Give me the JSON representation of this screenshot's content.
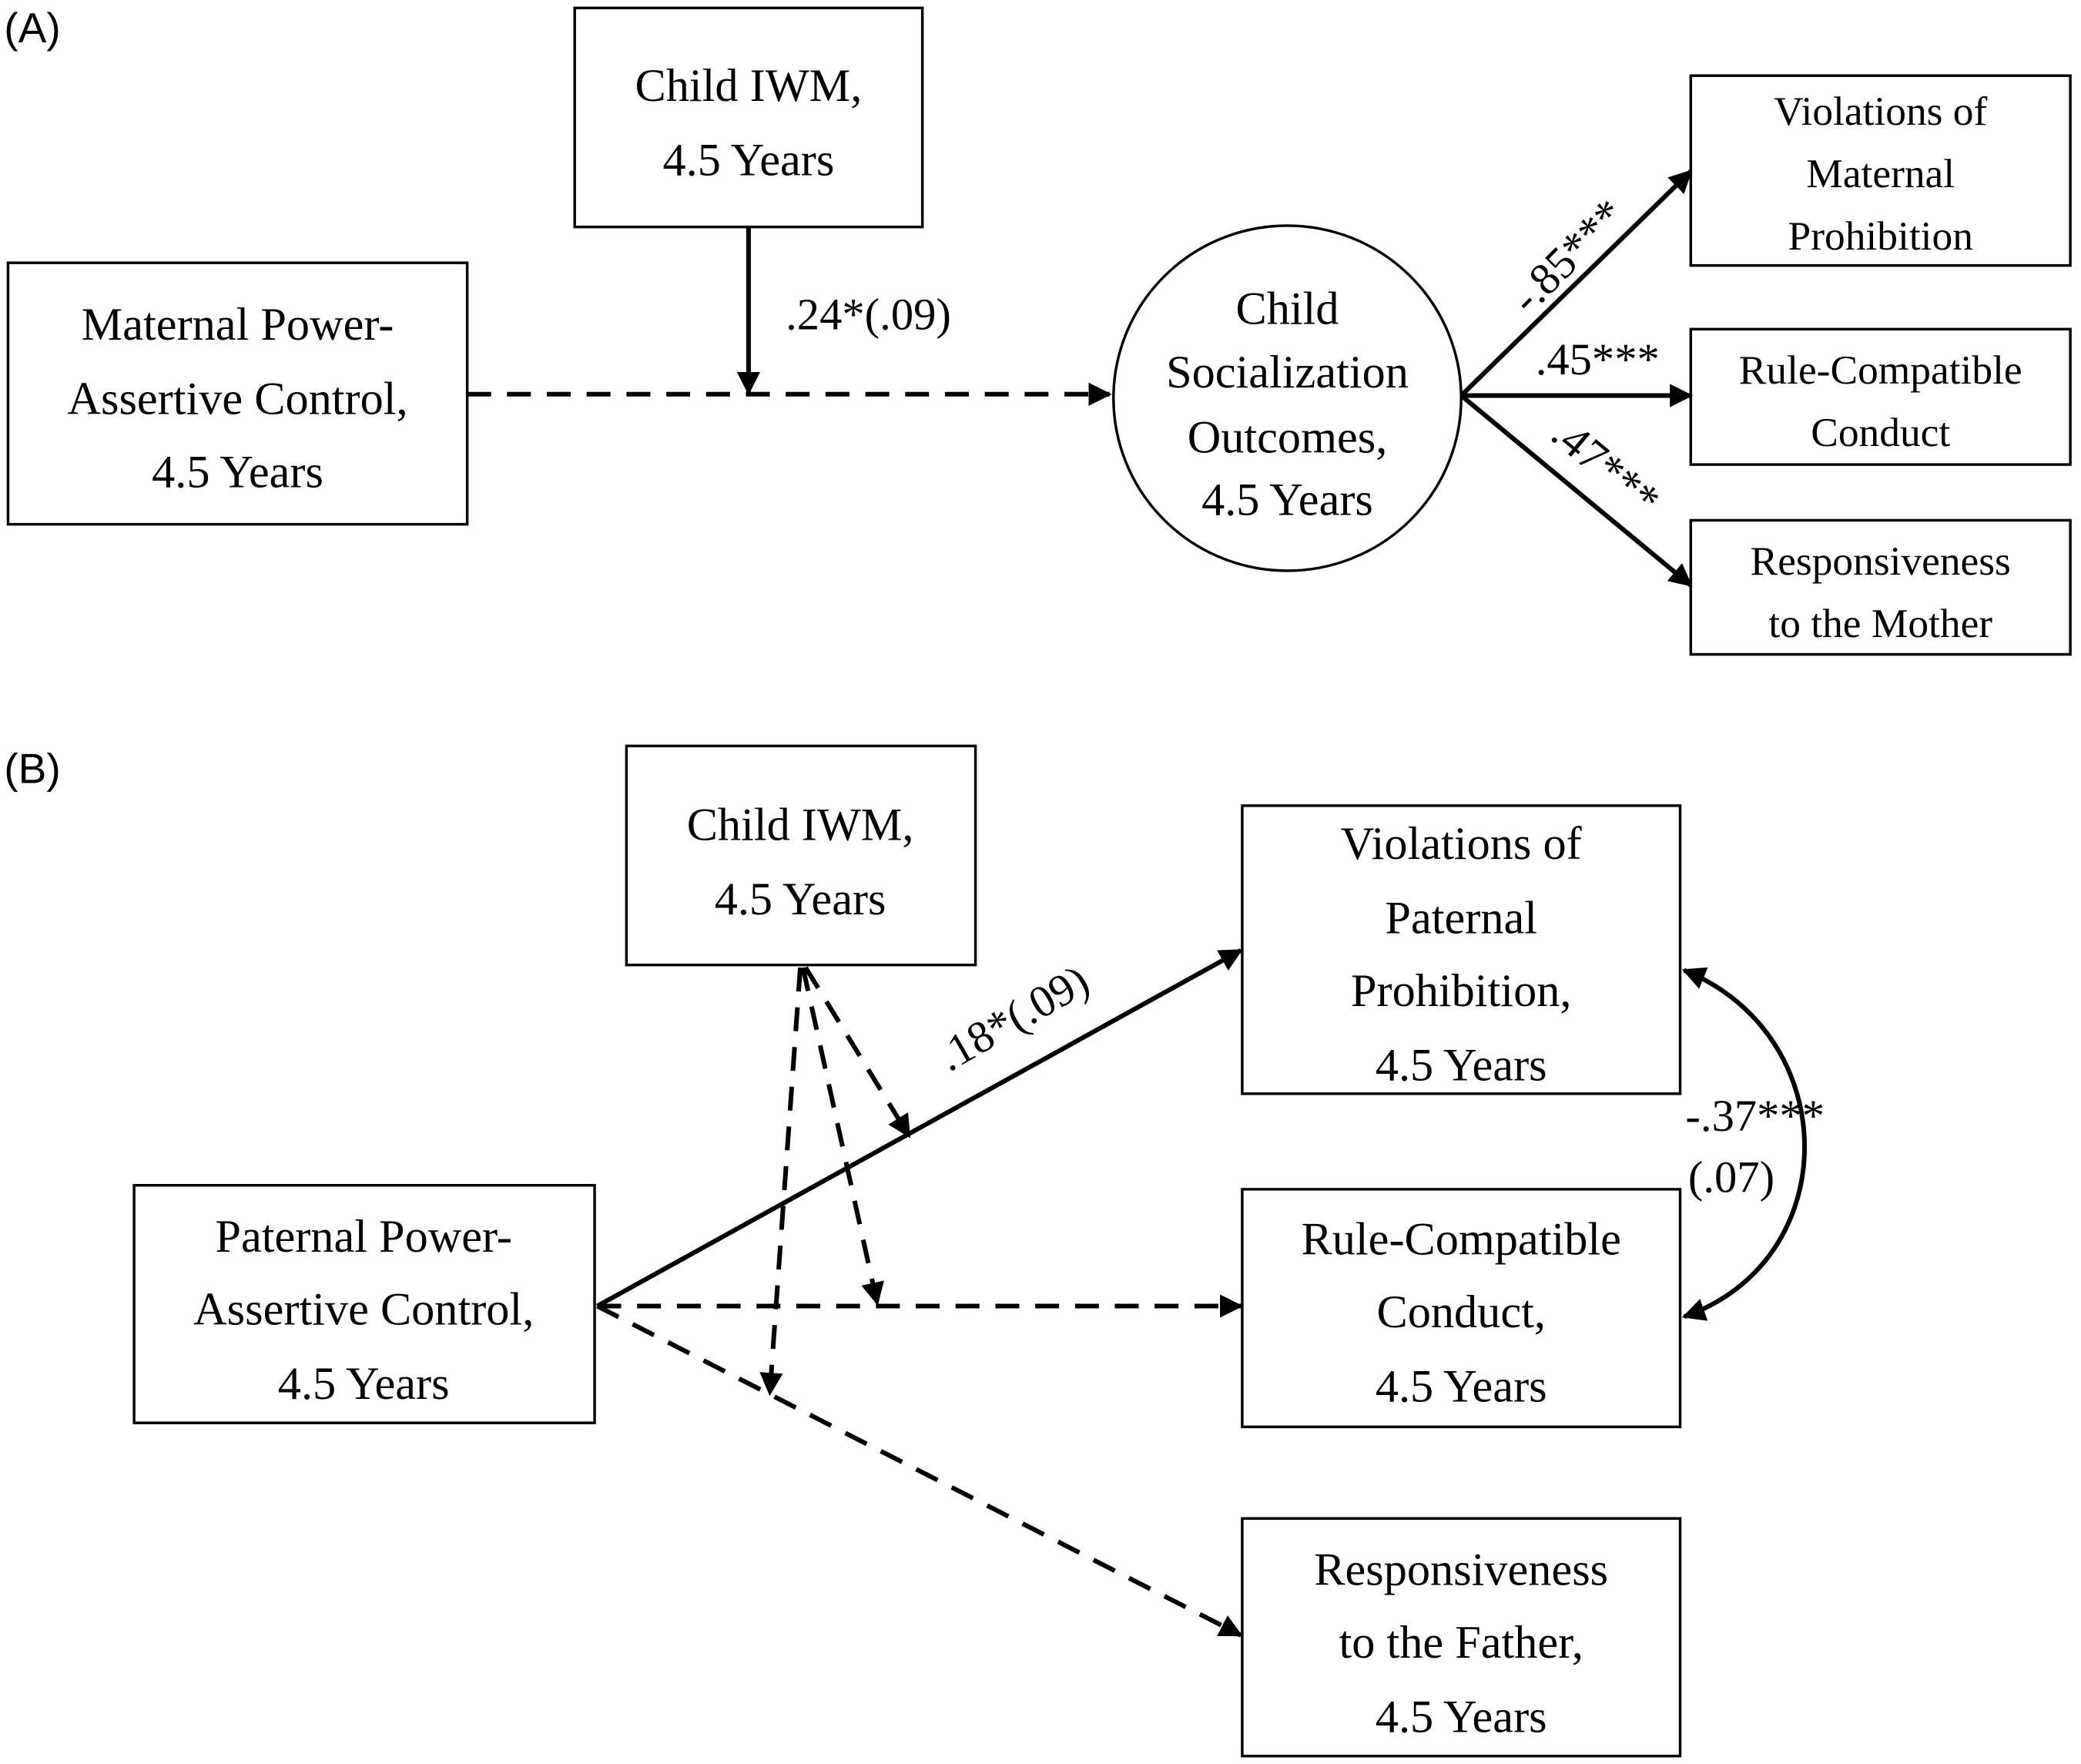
{
  "panel_a": {
    "label": "(A)",
    "nodes": {
      "child_iwm": [
        "Child IWM,",
        "4.5 Years"
      ],
      "maternal_control": [
        "Maternal Power-",
        "Assertive Control,",
        "4.5 Years"
      ],
      "socialization_outcomes": [
        "Child",
        "Socialization",
        "Outcomes,",
        "4.5 Years"
      ],
      "violations_maternal": [
        "Violations of",
        "Maternal",
        "Prohibition"
      ],
      "rule_compatible": [
        "Rule-Compatible",
        "Conduct"
      ],
      "responsiveness_mother": [
        "Responsiveness",
        "to the Mother"
      ]
    },
    "paths": {
      "moderation": ".24*(.09)",
      "loading_violations": "-.85***",
      "loading_rule": ".45***",
      "loading_responsiveness": ".47***"
    }
  },
  "panel_b": {
    "label": "(B)",
    "nodes": {
      "child_iwm": [
        "Child IWM,",
        "4.5 Years"
      ],
      "paternal_control": [
        "Paternal Power-",
        "Assertive Control,",
        "4.5 Years"
      ],
      "violations_paternal": [
        "Violations of",
        "Paternal",
        "Prohibition,",
        "4.5 Years"
      ],
      "rule_compatible": [
        "Rule-Compatible",
        "Conduct,",
        "4.5 Years"
      ],
      "responsiveness_father": [
        "Responsiveness",
        "to the Father,",
        "4.5 Years"
      ]
    },
    "paths": {
      "moderation": ".18*(.09)",
      "covariance": "-.37***",
      "covariance_se": "(.07)"
    }
  }
}
